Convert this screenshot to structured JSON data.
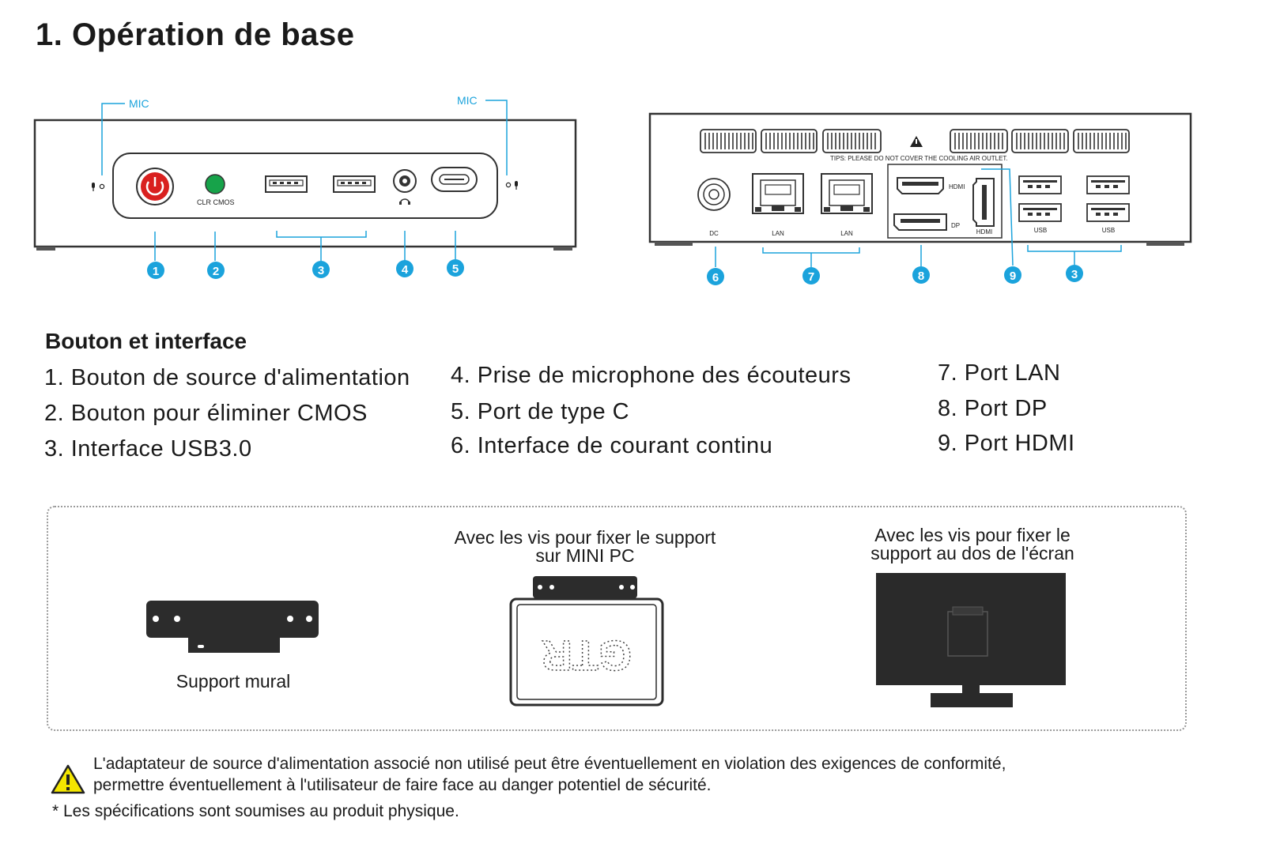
{
  "page": {
    "title": "1. Opération de base",
    "subtitle": "Bouton et interface"
  },
  "front_panel": {
    "mic_left": "MIC",
    "mic_right": "MIC",
    "clr_cmos_label": "CLR  CMOS",
    "callouts": [
      "1",
      "2",
      "3",
      "4",
      "5"
    ]
  },
  "rear_panel": {
    "tips": "TIPS: PLEASE DO NOT COVER THE COOLING AIR OUTLET.",
    "port_labels": {
      "dc": "DC",
      "lan1": "LAN",
      "lan2": "LAN",
      "hdmi_top": "HDMI",
      "dp": "DP",
      "hdmi_bottom": "HDMI",
      "usb1": "USB",
      "usb2": "USB"
    },
    "callouts": [
      "6",
      "7",
      "8",
      "9",
      "3"
    ]
  },
  "items": {
    "col1": [
      "1. Bouton de source d'alimentation",
      "2. Bouton pour éliminer CMOS",
      "3. Interface USB3.0"
    ],
    "col2": [
      "4. Prise de microphone des écouteurs",
      "5. Port de type C",
      "6. Interface de courant continu"
    ],
    "col3": [
      "7. Port LAN",
      "8. Port DP",
      "9. Port HDMI"
    ]
  },
  "mounting": {
    "wall_mount_caption": "Support mural",
    "pc_caption_line1": "Avec les vis pour fixer le support",
    "pc_caption_line2": "sur MINI PC",
    "screen_caption_line1": "Avec les vis pour fixer le",
    "screen_caption_line2": "support au dos de l'écran",
    "logo_text": "GTR"
  },
  "warning": {
    "line1": "L'adaptateur de source d'alimentation associé non utilisé peut être éventuellement en violation des exigences de conformité,",
    "line2": "permettre éventuellement à l'utilisateur de faire face au danger potentiel de sécurité."
  },
  "note": "* Les spécifications sont soumises au produit physique.",
  "colors": {
    "callout": "#1ba3dc",
    "power_button": "#d9201f",
    "clr_button": "#17a34a",
    "warning_fill": "#f3e600",
    "device_dark": "#2c2c2c"
  }
}
